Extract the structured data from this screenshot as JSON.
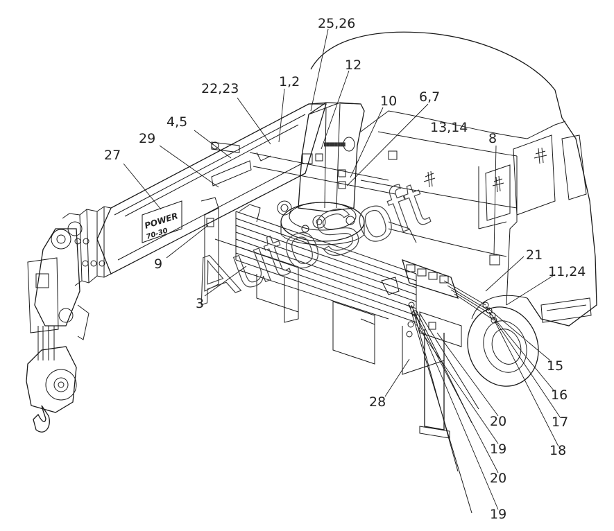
{
  "watermark": "AutoSoft",
  "boom_plate": {
    "brand": "POWER",
    "model": "70-30"
  },
  "callouts": [
    {
      "id": "c-25-26",
      "label": "25,26"
    },
    {
      "id": "c-12",
      "label": "12"
    },
    {
      "id": "c-22-23",
      "label": "22,23"
    },
    {
      "id": "c-1-2",
      "label": "1,2"
    },
    {
      "id": "c-10",
      "label": "10"
    },
    {
      "id": "c-6-7",
      "label": "6,7"
    },
    {
      "id": "c-4-5",
      "label": "4,5"
    },
    {
      "id": "c-13-14",
      "label": "13,14"
    },
    {
      "id": "c-29",
      "label": "29"
    },
    {
      "id": "c-8",
      "label": "8"
    },
    {
      "id": "c-27",
      "label": "27"
    },
    {
      "id": "c-9",
      "label": "9"
    },
    {
      "id": "c-21",
      "label": "21"
    },
    {
      "id": "c-11-24",
      "label": "11,24"
    },
    {
      "id": "c-3",
      "label": "3"
    },
    {
      "id": "c-15",
      "label": "15"
    },
    {
      "id": "c-16",
      "label": "16"
    },
    {
      "id": "c-28",
      "label": "28"
    },
    {
      "id": "c-17",
      "label": "17"
    },
    {
      "id": "c-20a",
      "label": "20"
    },
    {
      "id": "c-18",
      "label": "18"
    },
    {
      "id": "c-19a",
      "label": "19"
    },
    {
      "id": "c-20b",
      "label": "20"
    },
    {
      "id": "c-19b",
      "label": "19"
    }
  ]
}
